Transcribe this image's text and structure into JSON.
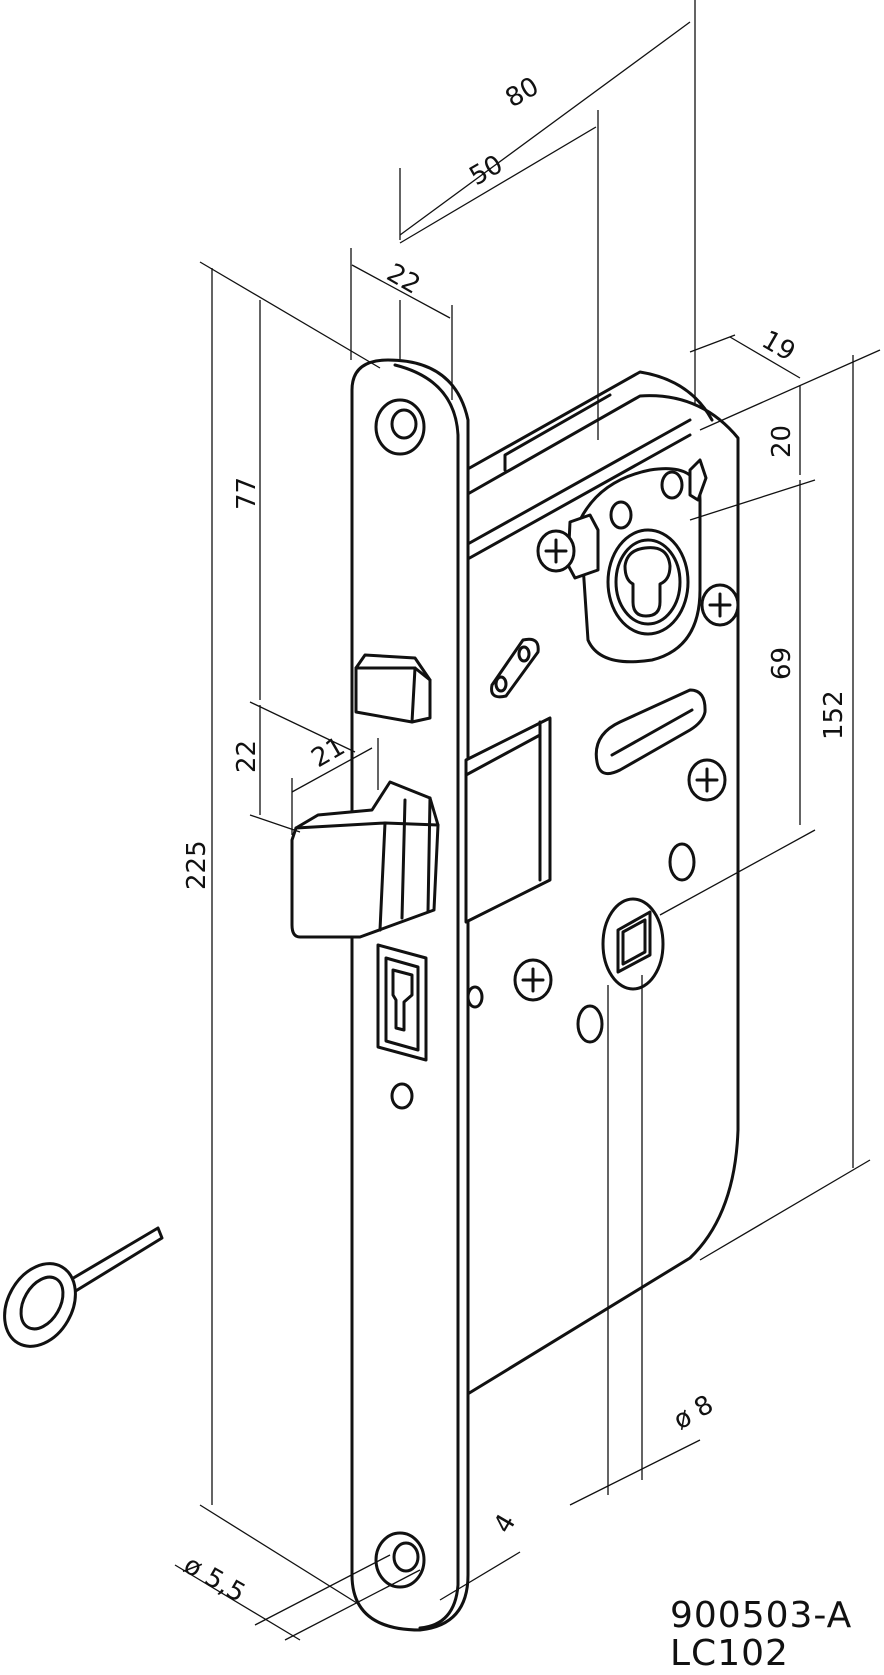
{
  "dimensions": {
    "d80": "80",
    "d50": "50",
    "d22_top": "22",
    "d19": "19",
    "d20": "20",
    "d77": "77",
    "d69": "69",
    "d152": "152",
    "d22_latch": "22",
    "d21": "21",
    "d225": "225",
    "d8": "ø 8",
    "d4": "4",
    "d55": "ø 5,5"
  },
  "codes": {
    "line1": "900503-A",
    "line2": "LC102"
  }
}
